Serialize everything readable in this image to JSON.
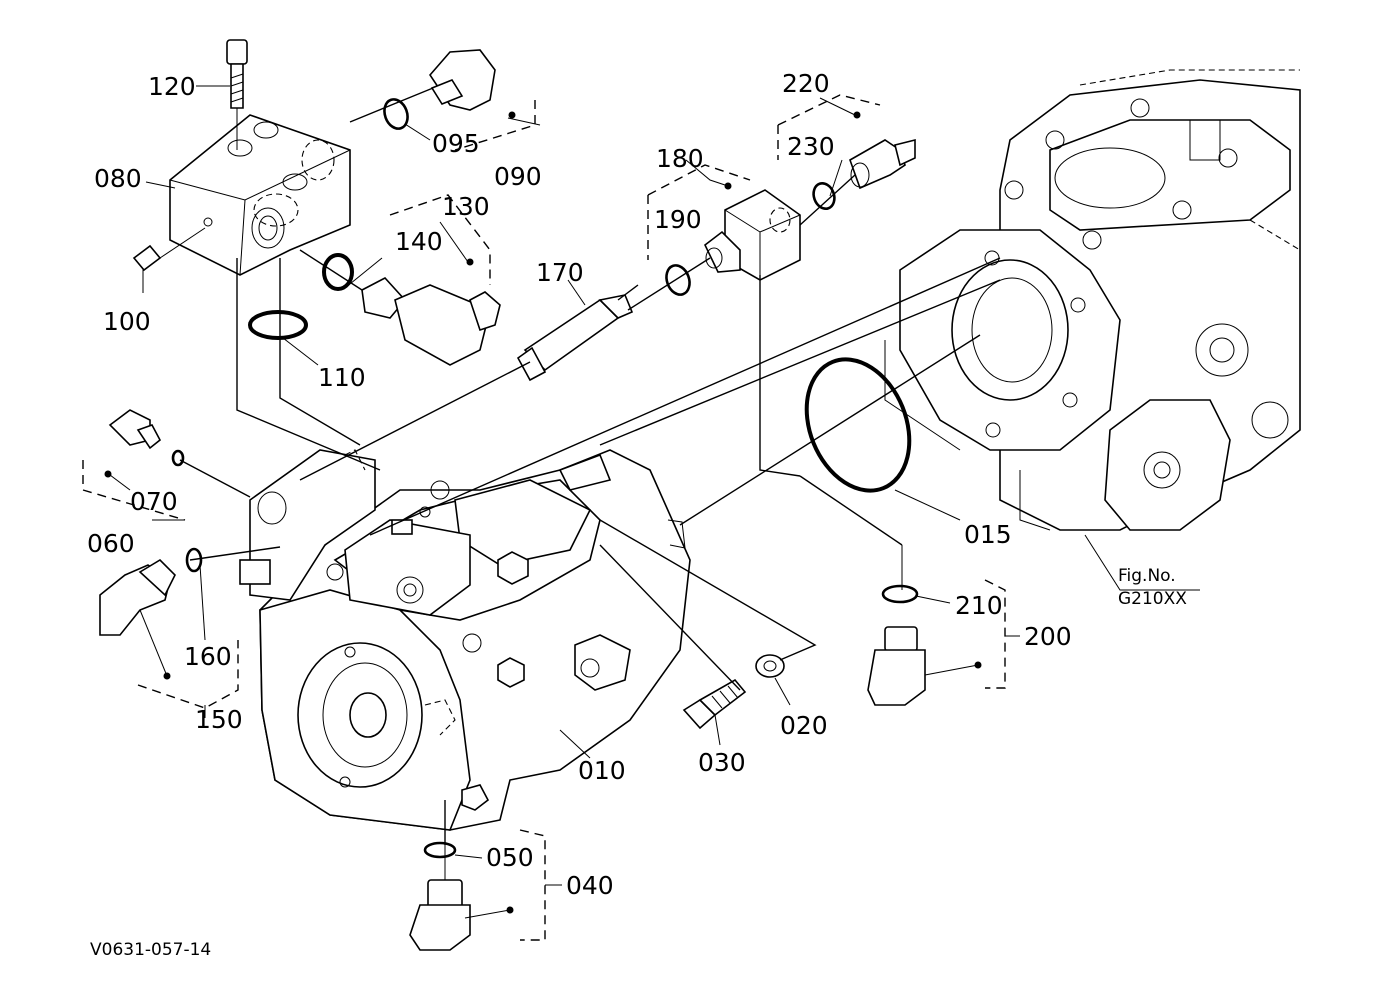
{
  "diagram": {
    "drawing_code": "V0631-057-14",
    "figure_ref": {
      "line1": "Fig.No.",
      "line2": "G210XX"
    },
    "callouts": {
      "p010": "010",
      "p015": "015",
      "p020": "020",
      "p030": "030",
      "p040": "040",
      "p050": "050",
      "p060": "060",
      "p070": "070",
      "p080": "080",
      "p090": "090",
      "p095": "095",
      "p100": "100",
      "p110": "110",
      "p120": "120",
      "p130": "130",
      "p140": "140",
      "p150": "150",
      "p160": "160",
      "p170": "170",
      "p180": "180",
      "p190": "190",
      "p200": "200",
      "p210": "210",
      "p220": "220",
      "p230": "230"
    }
  }
}
